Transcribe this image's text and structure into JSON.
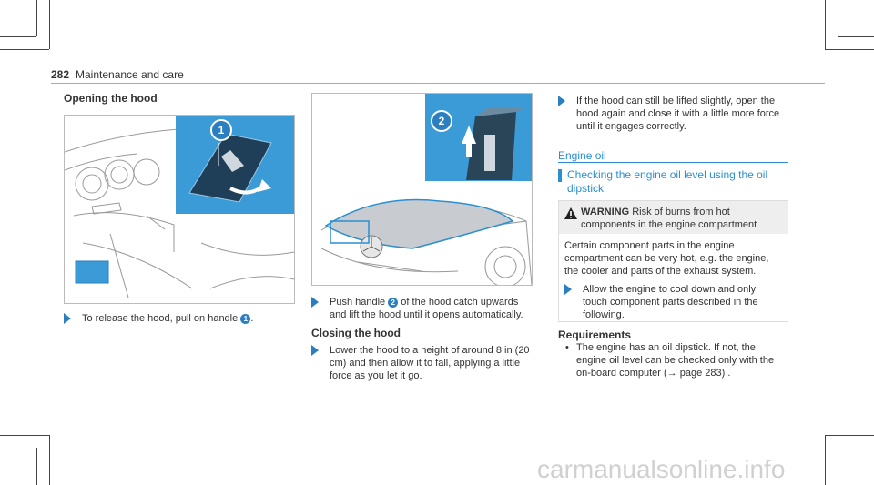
{
  "header": {
    "page_number": "282",
    "section": "Maintenance and care"
  },
  "left": {
    "heading": "Opening the hood",
    "step": "To release the hood, pull on handle",
    "step_callout": "1"
  },
  "middle": {
    "step1_a": "Push handle",
    "step1_callout": "2",
    "step1_b": "of the hood catch upwards and lift the hood until it opens automatically.",
    "closing_heading": "Closing the hood",
    "step2": "Lower the hood to a height of around 8 in (20 cm) and then allow it to fall, applying a little force as you let it go."
  },
  "right": {
    "step_top": "If the hood can still be lifted slightly, open the hood again and close it with a little more force until it engages correctly.",
    "section_heading": "Engine oil",
    "sub_heading": "Checking the engine oil level using the oil dipstick",
    "warning_label": "WARNING",
    "warning_text": "Risk of burns from hot components in the engine compartment",
    "warning_body": "Certain component parts in the engine compartment can be very hot, e.g. the engine, the cooler and parts of the exhaust system.",
    "warning_step": "Allow the engine to cool down and only touch component parts described in the following.",
    "requirements_heading": "Requirements",
    "requirement_1": "The engine has an oil dipstick. If not, the engine oil level can be checked only with the on-board computer (→ page 283) ."
  },
  "figures": {
    "fig1_callout": "1",
    "fig2_callout": "2"
  },
  "colors": {
    "accent": "#2b8fd0",
    "inset": "#3a9bd6"
  },
  "watermark": "carmanualsonline.info"
}
